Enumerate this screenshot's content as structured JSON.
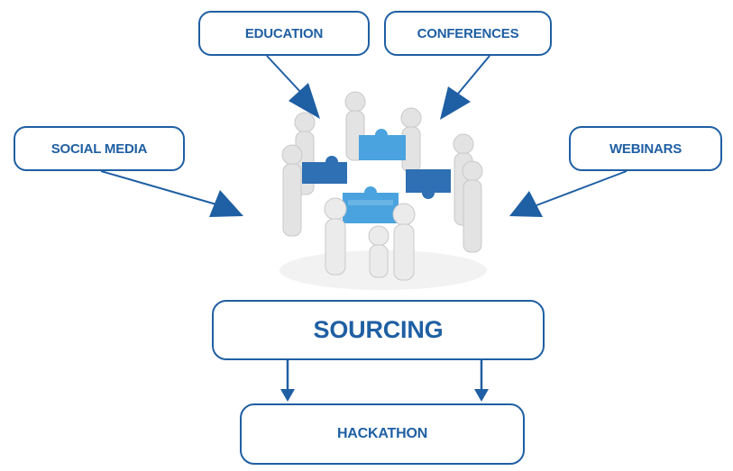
{
  "diagram": {
    "inputs": {
      "education": "EDUCATION",
      "conferences": "CONFERENCES",
      "social_media": "SOCIAL MEDIA",
      "webinars": "WEBINARS"
    },
    "center_image": "puzzle-team-illustration",
    "main_node": "SOURCING",
    "output_node": "HACKATHON"
  },
  "colors": {
    "accent": "#1f5fa3",
    "puzzle_light": "#4aa3de",
    "puzzle_dark": "#2f6fb3",
    "figure": "#e6e6e6"
  }
}
